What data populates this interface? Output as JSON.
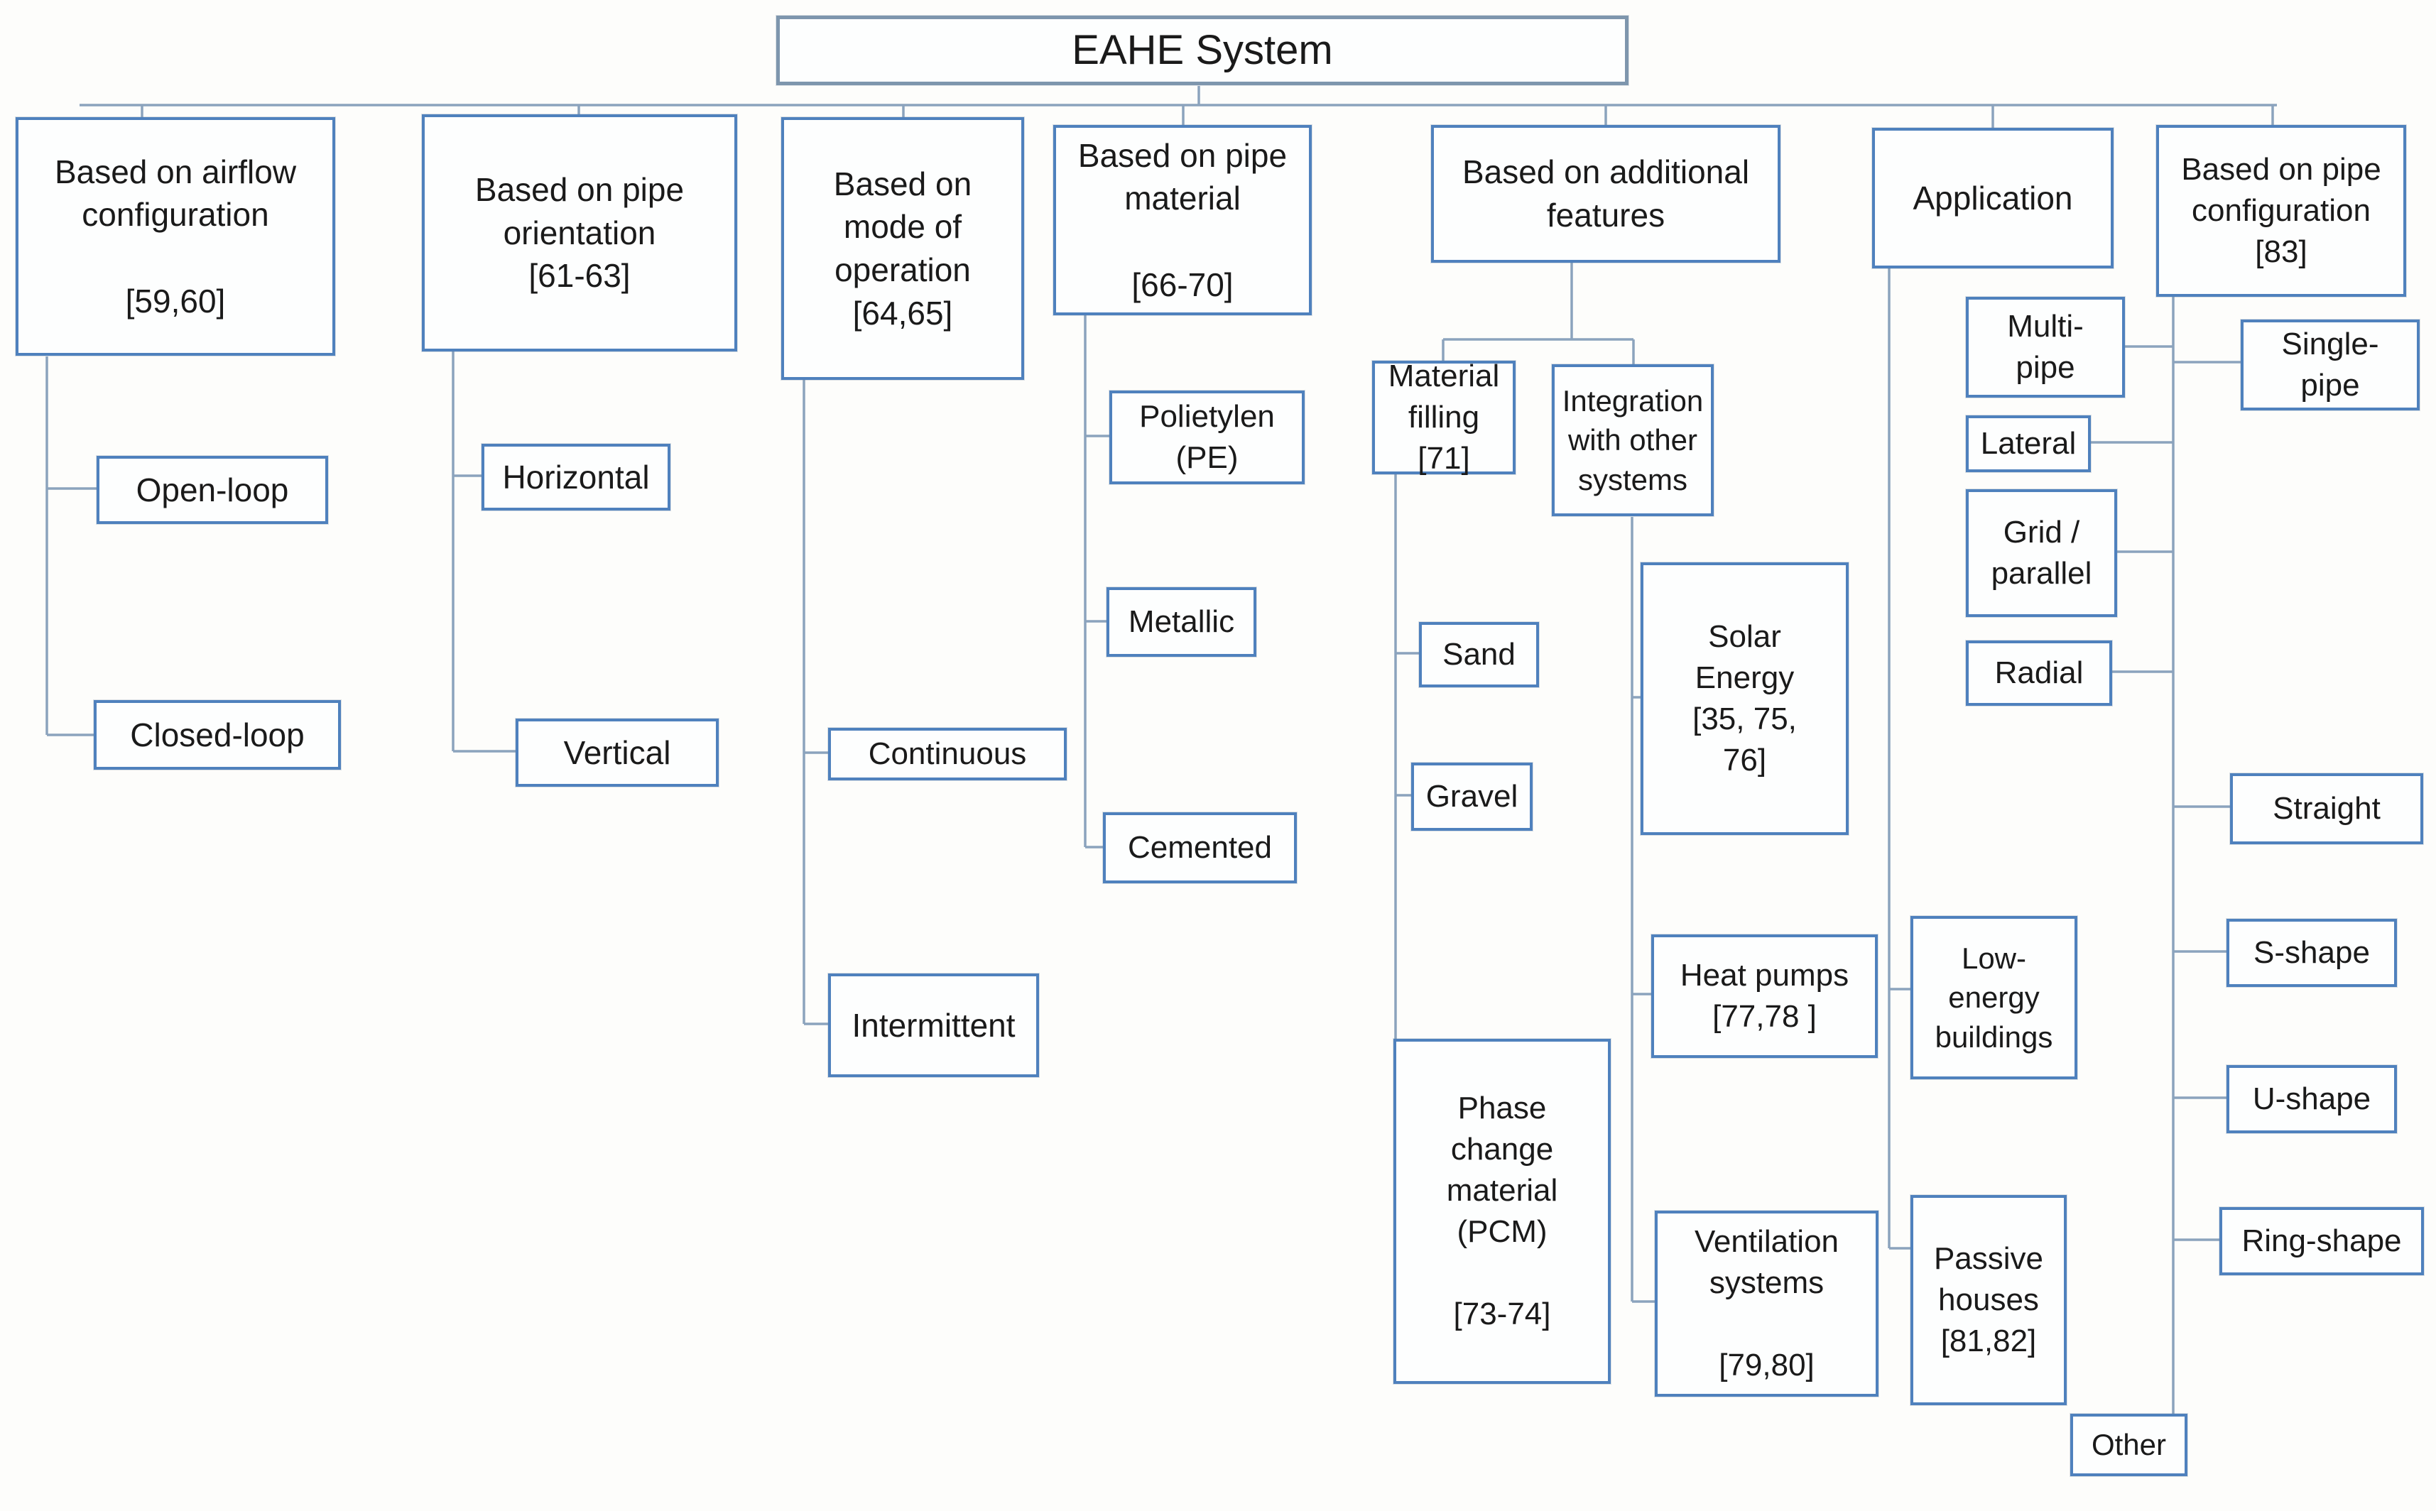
{
  "diagram": {
    "nodes": {
      "root": "EAHE System",
      "airflow": "Based on airflow\nconfiguration\n\n[59,60]",
      "orientation": "Based on pipe\norientation\n[61-63]",
      "mode": "Based on\nmode of\noperation\n[64,65]",
      "material": "Based on pipe\nmaterial\n\n[66-70]",
      "additional": "Based on additional\nfeatures",
      "application": "Application",
      "pipe_config": "Based on pipe\nconfiguration\n[83]",
      "open_loop": "Open-loop",
      "closed_loop": "Closed-loop",
      "horizontal": "Horizontal",
      "vertical": "Vertical",
      "continuous": "Continuous",
      "intermittent": "Intermittent",
      "polietylen": "Polietylen\n(PE)",
      "metallic": "Metallic",
      "cemented": "Cemented",
      "material_filling": "Material\nfilling [71]",
      "integration": "Integration\nwith other\nsystems",
      "sand": "Sand",
      "gravel": "Gravel",
      "pcm": "Phase\nchange\nmaterial\n(PCM)\n\n[73-74]",
      "solar_energy": "Solar\nEnergy\n[35, 75,\n76]",
      "heat_pumps": "Heat pumps\n[77,78 ]",
      "ventilation": "Ventilation\nsystems\n\n[79,80]",
      "multi_pipe": "Multi-\npipe",
      "lateral": "Lateral",
      "grid_parallel": "Grid /\nparallel",
      "radial": "Radial",
      "single_pipe": "Single-\npipe",
      "straight": "Straight",
      "s_shape": "S-shape",
      "u_shape": "U-shape",
      "ring_shape": "Ring-shape",
      "low_energy": "Low-energy\nbuildings",
      "passive_houses": "Passive\nhouses\n[81,82]",
      "other": "Other"
    },
    "colors": {
      "box_border": "#4f81bd",
      "connector": "#8ba3bd"
    }
  }
}
